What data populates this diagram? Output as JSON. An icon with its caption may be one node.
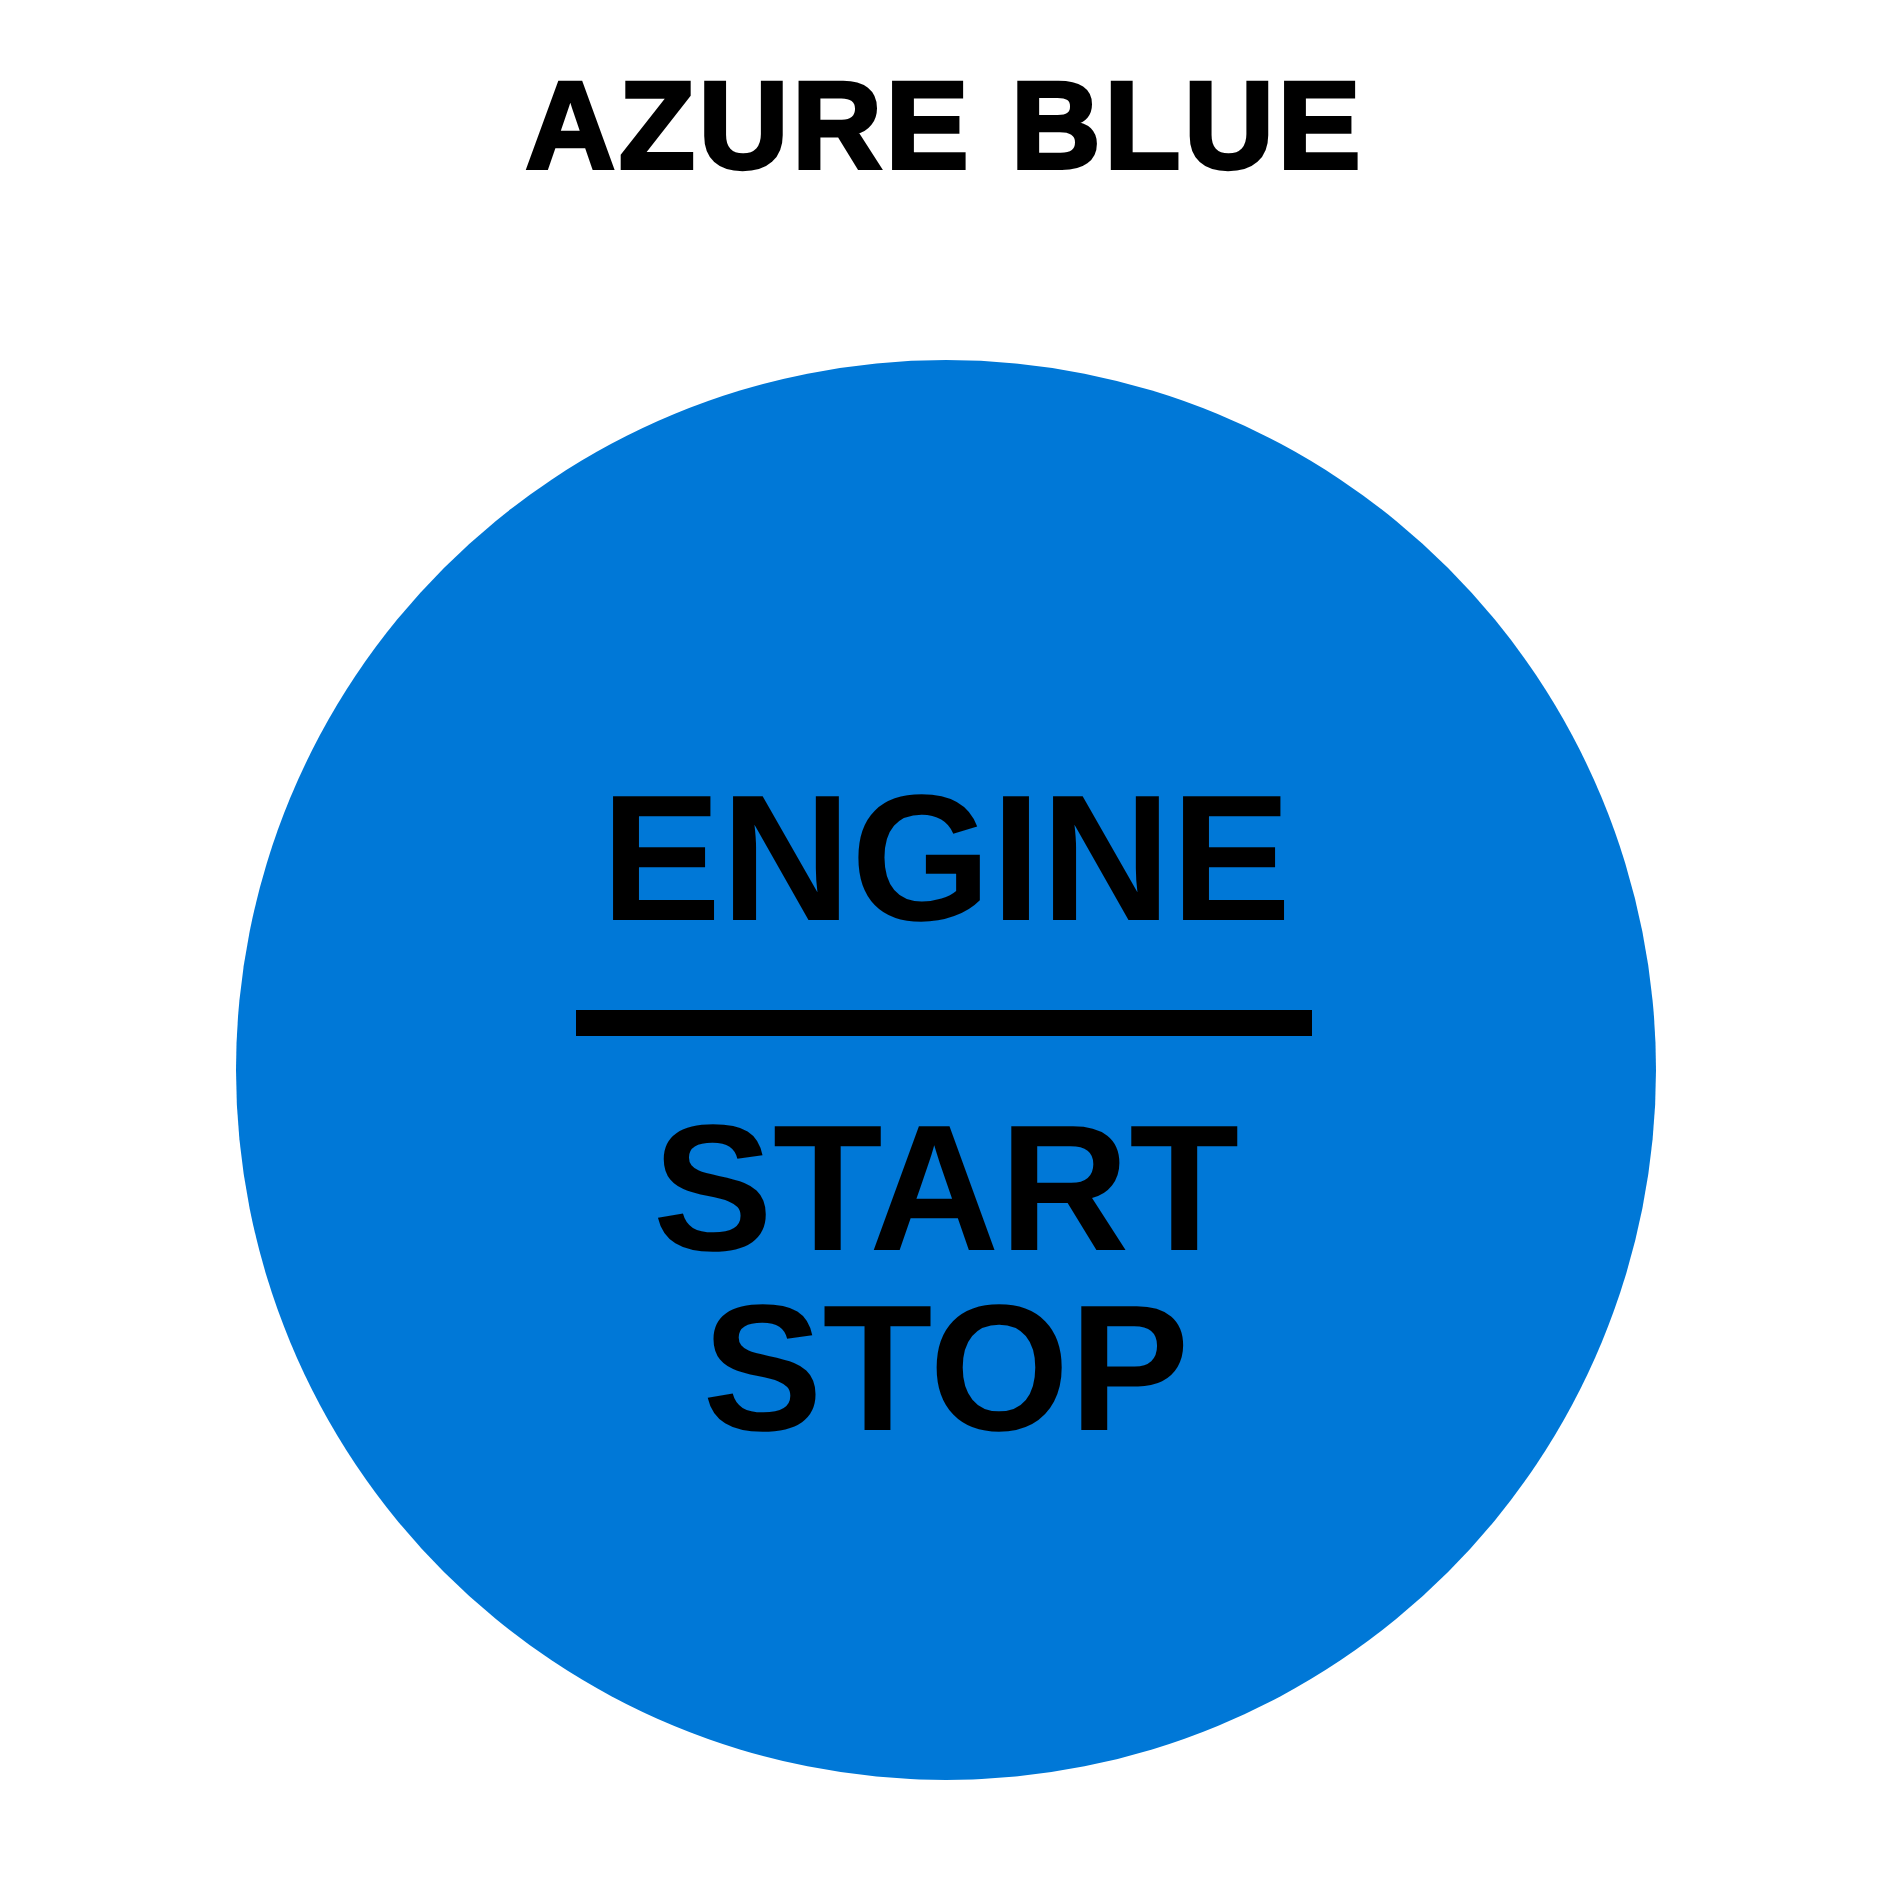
{
  "diagram": {
    "title": "AZURE BLUE",
    "nodes": [
      {
        "text": [
          "ENGINE",
          "START STOP"
        ]
      }
    ]
  }
}
